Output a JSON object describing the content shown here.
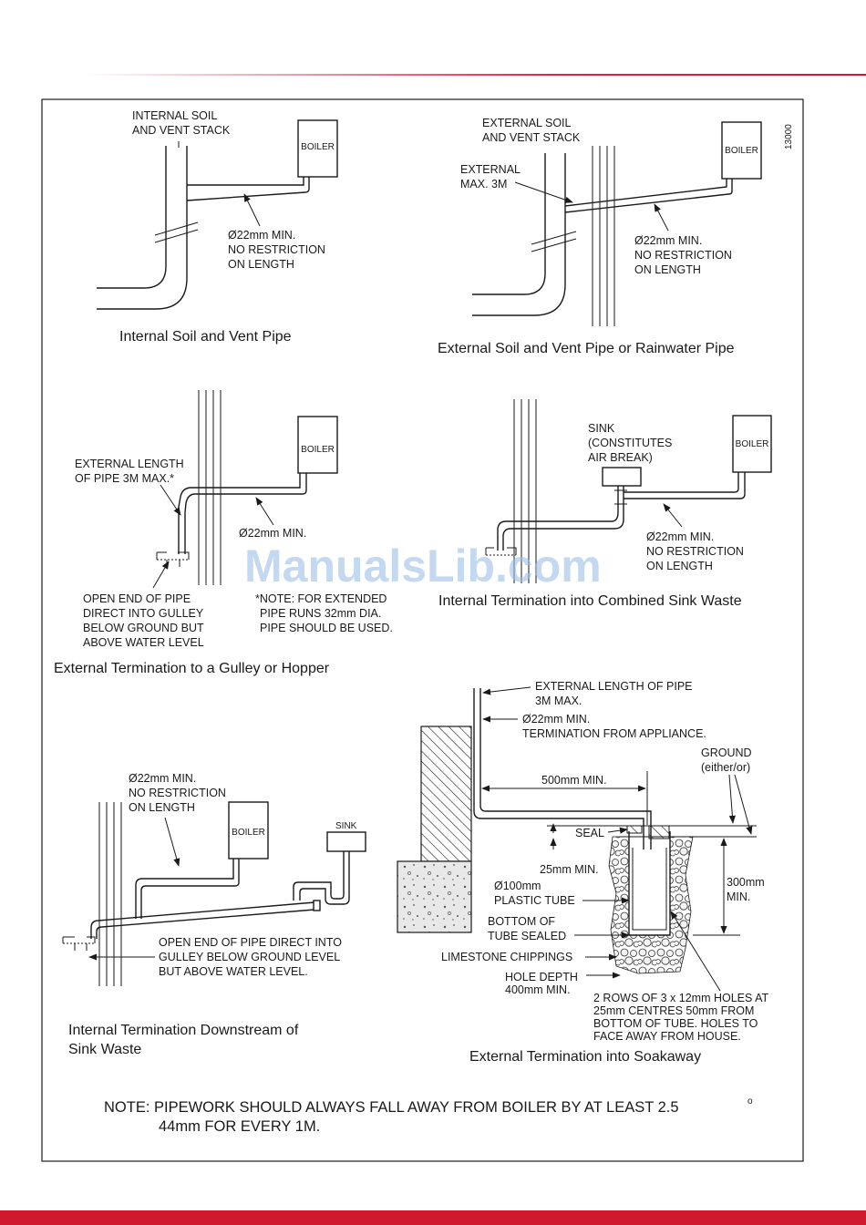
{
  "diagram_ref": "13000",
  "watermark": "ManualsLib.com",
  "boiler_label": "BOILER",
  "sink_label": "SINK",
  "p1": {
    "stack_label": [
      "INTERNAL SOIL",
      "AND VENT STACK"
    ],
    "pipe_label": [
      "Ø22mm MIN.",
      "NO RESTRICTION",
      "ON LENGTH"
    ],
    "caption": "Internal Soil and Vent Pipe"
  },
  "p2": {
    "stack_label": [
      "EXTERNAL SOIL",
      "AND VENT STACK"
    ],
    "external_label": [
      "EXTERNAL",
      "MAX. 3M"
    ],
    "pipe_label": [
      "Ø22mm MIN.",
      "NO RESTRICTION",
      "ON LENGTH"
    ],
    "caption": "External Soil and Vent Pipe or Rainwater Pipe"
  },
  "p3": {
    "ext_length_label": [
      "EXTERNAL LENGTH",
      "OF PIPE 3M MAX.*"
    ],
    "pipe_label": "Ø22mm MIN.",
    "open_end_label": [
      "OPEN END OF PIPE",
      "DIRECT INTO GULLEY",
      "BELOW GROUND BUT",
      "ABOVE WATER LEVEL"
    ],
    "note_label": [
      "*NOTE: FOR EXTENDED",
      "PIPE RUNS 32mm DIA.",
      "PIPE SHOULD BE USED."
    ],
    "caption": "External Termination to a Gulley or Hopper"
  },
  "p4": {
    "sink_label": [
      "SINK",
      "(CONSTITUTES",
      "AIR BREAK)"
    ],
    "pipe_label": [
      "Ø22mm MIN.",
      "NO RESTRICTION",
      "ON LENGTH"
    ],
    "caption": "Internal Termination into Combined Sink Waste"
  },
  "p5": {
    "pipe_label": [
      "Ø22mm MIN.",
      "NO RESTRICTION",
      "ON LENGTH"
    ],
    "open_end_label": [
      "OPEN END OF PIPE DIRECT INTO",
      "GULLEY BELOW GROUND LEVEL",
      "BUT ABOVE WATER LEVEL."
    ],
    "caption": [
      "Internal Termination Downstream of",
      "Sink Waste"
    ]
  },
  "p6": {
    "ext_length_label": [
      "EXTERNAL LENGTH OF PIPE",
      "3M MAX."
    ],
    "termination_label": [
      "Ø22mm MIN.",
      "TERMINATION FROM APPLIANCE."
    ],
    "ground_label": [
      "GROUND",
      "(either/or)"
    ],
    "dist_label": "500mm MIN.",
    "seal_label": "SEAL",
    "min25_label": "25mm MIN.",
    "tube_label": [
      "Ø100mm",
      "PLASTIC TUBE"
    ],
    "bottom_label": [
      "BOTTOM OF",
      "TUBE SEALED"
    ],
    "limestone_label": "LIMESTONE CHIPPINGS",
    "depth_label": [
      "HOLE DEPTH",
      "400mm MIN."
    ],
    "depth300_label": [
      "300mm",
      "MIN."
    ],
    "holes_label": [
      "2 ROWS OF 3 x 12mm HOLES AT",
      "25mm CENTRES 50mm FROM",
      "BOTTOM OF TUBE. HOLES TO",
      "FACE AWAY FROM HOUSE."
    ],
    "caption": "External Termination into Soakaway"
  },
  "note": {
    "line1": "NOTE: PIPEWORK SHOULD ALWAYS FALL AWAY FROM BOILER BY AT LEAST 2.5",
    "degree": "o",
    "line2": "44mm FOR EVERY 1M."
  }
}
